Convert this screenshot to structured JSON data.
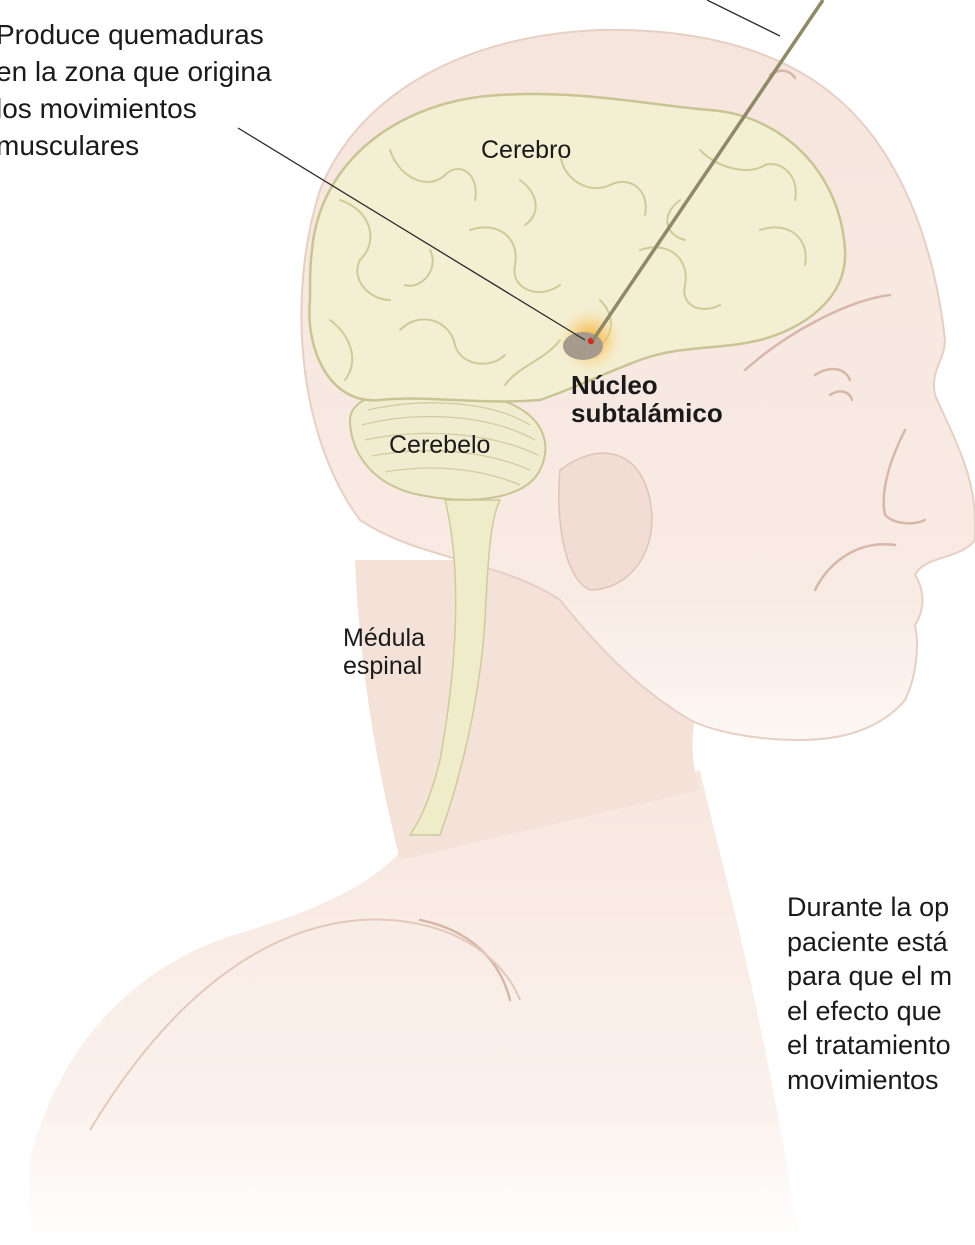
{
  "callouts": {
    "left_lines": [
      "Produce quemaduras",
      "en la zona que origina",
      "los movimientos",
      "musculares"
    ],
    "right_lines": [
      "Durante la op",
      "paciente está",
      "para que el m",
      "el efecto que",
      "el tratamiento",
      "movimientos"
    ]
  },
  "labels": {
    "cerebro": "Cerebro",
    "cerebelo": "Cerebelo",
    "medula_lines": [
      "Médula",
      "espinal"
    ],
    "nucleo_lines": [
      "Núcleo",
      "subtalámico"
    ]
  },
  "colors": {
    "skin": "#f5e4dc",
    "skin_outline": "#e2c5b8",
    "brain": "#f2eed0",
    "brain_outline": "#c9c493",
    "nucleus": "#a6998a",
    "glow": "#f3b23a",
    "target": "#d52a1e",
    "probe": "#8e8a67",
    "leader": "#2b2b2b"
  }
}
